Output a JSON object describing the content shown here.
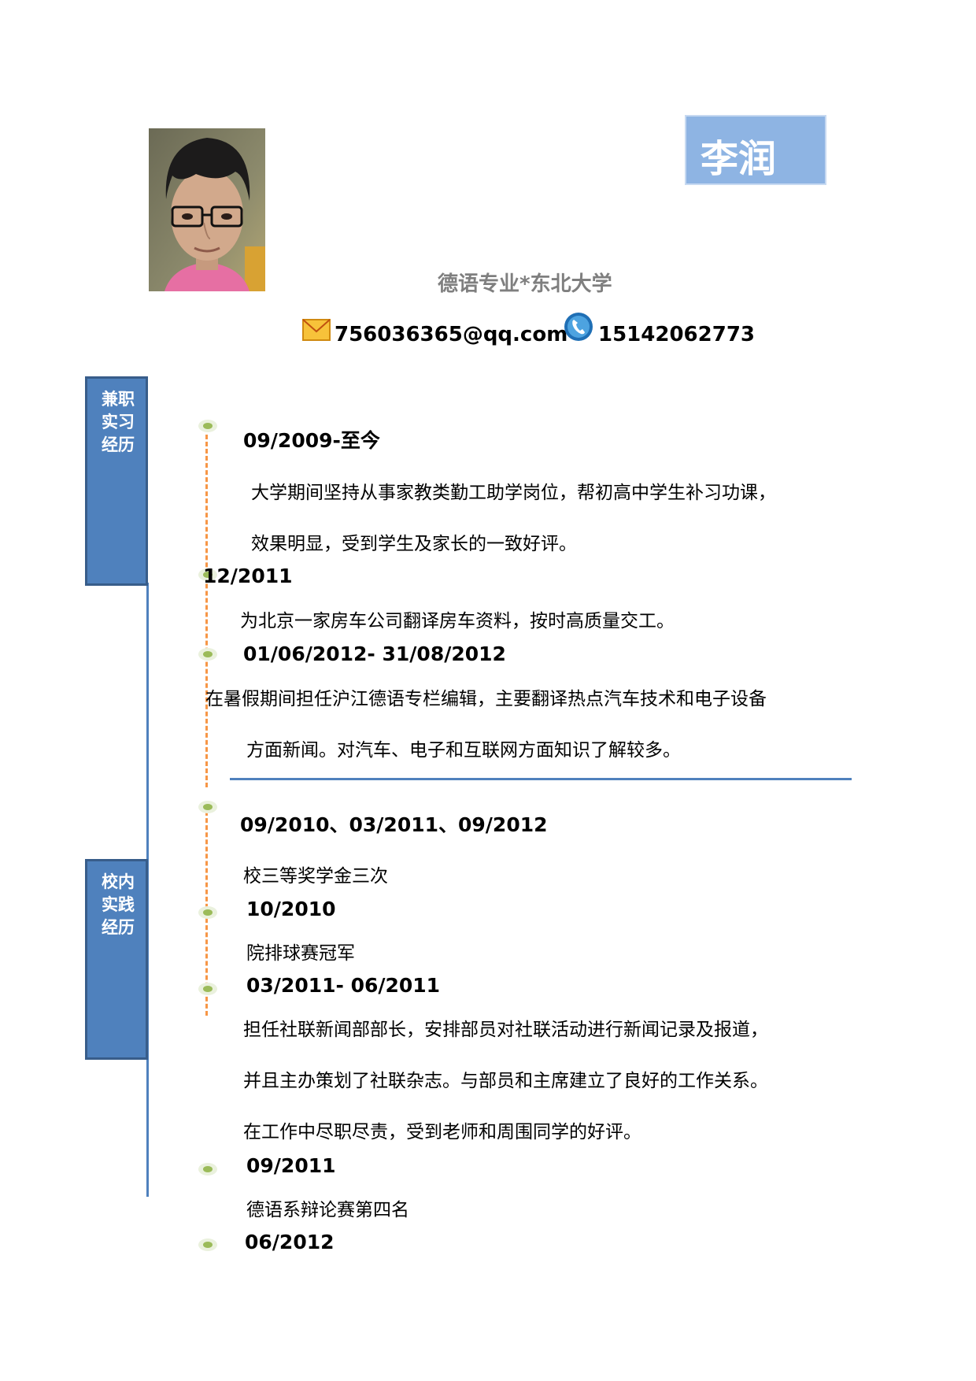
{
  "header": {
    "name": "李润",
    "subtitle": "德语专业*东北大学",
    "email": "756036365@qq.com",
    "phone": "15142062773"
  },
  "icons": {
    "email": "envelope-icon",
    "phone": "telephone-icon",
    "timeline_node": "bullet-dot-icon"
  },
  "sections": {
    "work": {
      "label": "兼职\n实习\n经历"
    },
    "campus": {
      "label": "校内\n实践\n经历"
    }
  },
  "work_entries": [
    {
      "date": "09/2009-至今",
      "lines": [
        "大学期间坚持从事家教类勤工助学岗位，帮初高中学生补习功课，",
        "效果明显，受到学生及家长的一致好评。"
      ]
    },
    {
      "date": "12/2011",
      "lines": [
        "为北京一家房车公司翻译房车资料，按时高质量交工。"
      ]
    },
    {
      "date": "01/06/2012- 31/08/2012",
      "lines": [
        "在暑假期间担任沪江德语专栏编辑，主要翻译热点汽车技术和电子设备",
        "方面新闻。对汽车、电子和互联网方面知识了解较多。"
      ]
    }
  ],
  "campus_entries": [
    {
      "date": "09/2010、03/2011、09/2012",
      "lines": [
        "校三等奖学金三次"
      ]
    },
    {
      "date": "10/2010",
      "lines": [
        "院排球赛冠军"
      ]
    },
    {
      "date": "03/2011- 06/2011",
      "lines": [
        "担任社联新闻部部长，安排部员对社联活动进行新闻记录及报道，",
        "并且主办策划了社联杂志。与部员和主席建立了良好的工作关系。",
        "在工作中尽职尽责，受到老师和周围同学的好评。"
      ]
    },
    {
      "date": "09/2011",
      "lines": [
        "德语系辩论赛第四名"
      ]
    },
    {
      "date": "06/2012",
      "lines": []
    }
  ],
  "colors": {
    "accent_blue": "#4f81bd",
    "name_box": "#8eb4e3",
    "dash_orange": "#f79646",
    "bullet_green": "#9bbb59",
    "subtitle_gray": "#7f7f7f"
  }
}
